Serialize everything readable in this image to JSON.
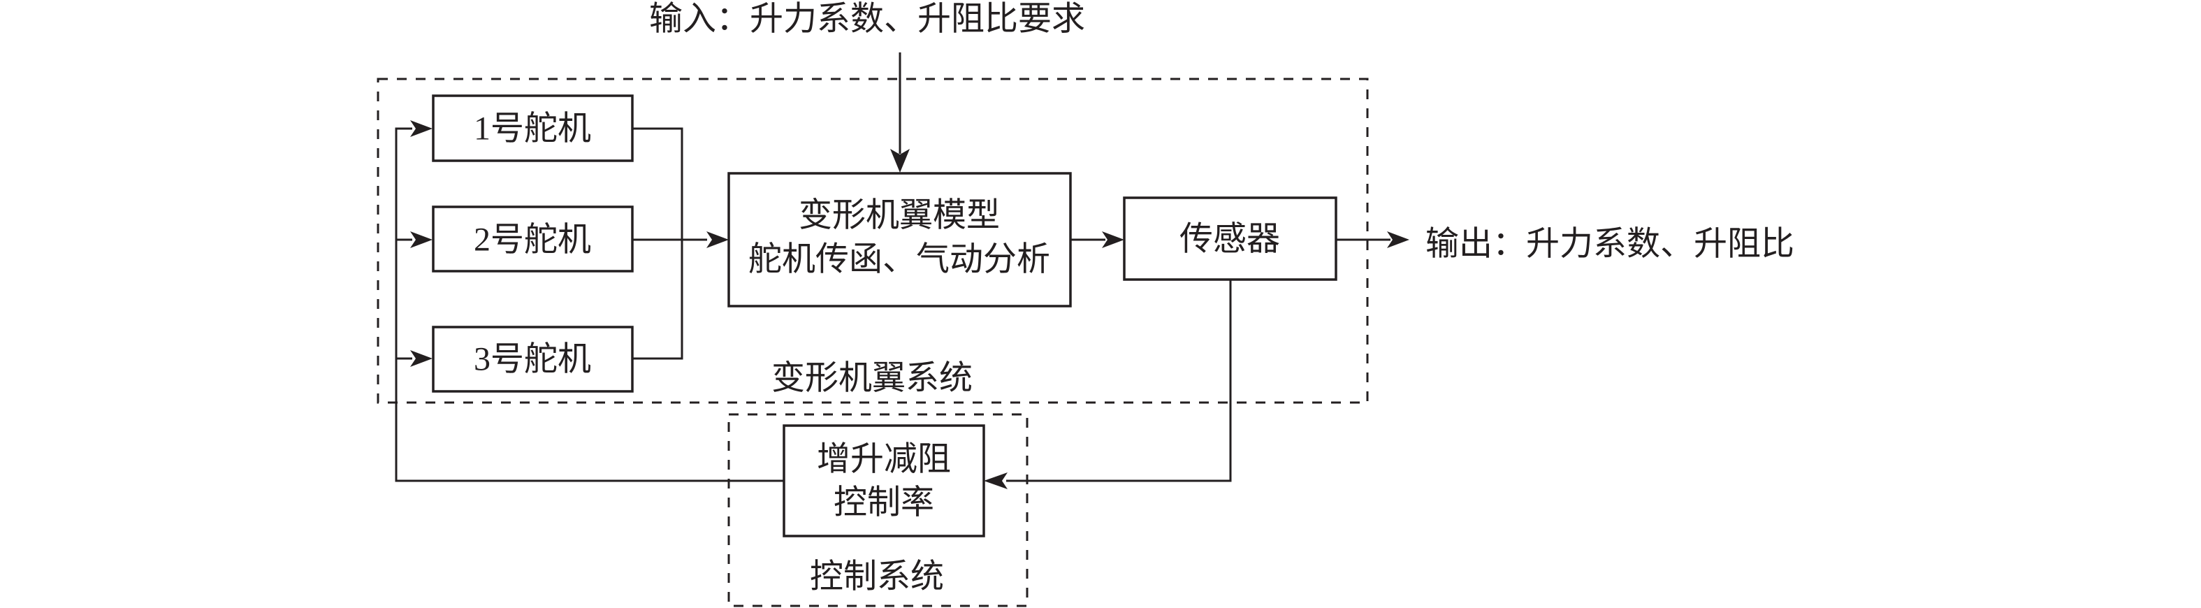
{
  "diagram": {
    "input_label": "输入：升力系数、升阻比要求",
    "output_label": "输出：升力系数、升阻比",
    "subsystems": {
      "morphing_wing_system": {
        "label": "变形机翼系统",
        "servos": [
          {
            "label": "1号舵机"
          },
          {
            "label": "2号舵机"
          },
          {
            "label": "3号舵机"
          }
        ],
        "model_block": {
          "line1": "变形机翼模型",
          "line2": "舵机传函、气动分析"
        },
        "sensor_block": {
          "label": "传感器"
        }
      },
      "control_system": {
        "label": "控制系统",
        "control_law_block": {
          "line1": "增升减阻",
          "line2": "控制率"
        }
      }
    },
    "connections": [
      {
        "from": "input",
        "to": "model_block"
      },
      {
        "from": "servo-1",
        "to": "model_block"
      },
      {
        "from": "servo-2",
        "to": "model_block"
      },
      {
        "from": "servo-3",
        "to": "model_block"
      },
      {
        "from": "model_block",
        "to": "sensor_block"
      },
      {
        "from": "sensor_block",
        "to": "output"
      },
      {
        "from": "sensor_block",
        "to": "control_law_block"
      },
      {
        "from": "control_law_block",
        "to": "servo-1"
      },
      {
        "from": "control_law_block",
        "to": "servo-2"
      },
      {
        "from": "control_law_block",
        "to": "servo-3"
      }
    ]
  }
}
